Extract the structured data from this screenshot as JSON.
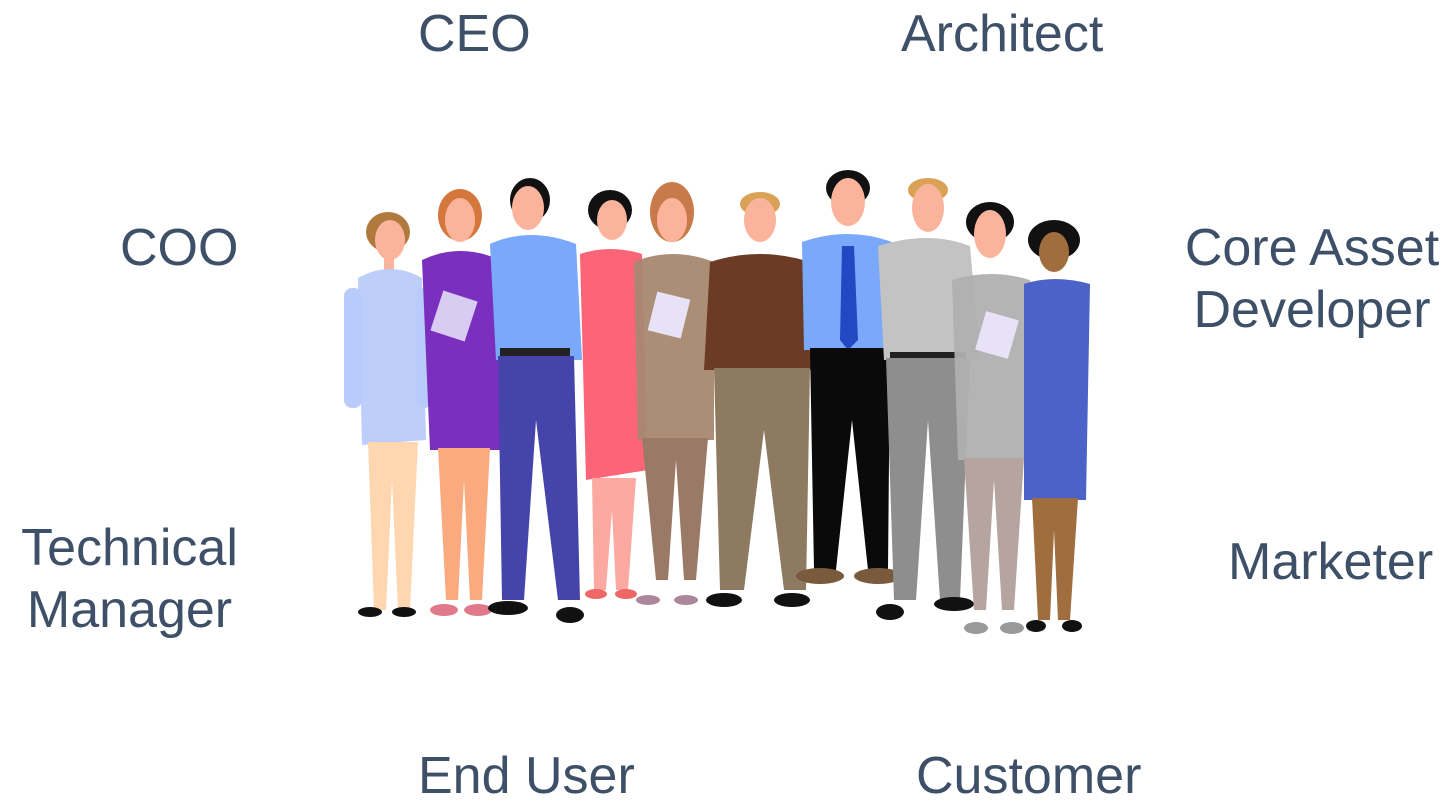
{
  "roles": {
    "ceo": "CEO",
    "architect": "Architect",
    "coo": "COO",
    "core_asset_developer": [
      "Core Asset",
      "Developer"
    ],
    "technical_manager": [
      "Technical",
      "Manager"
    ],
    "marketer": "Marketer",
    "end_user": "End User",
    "customer": "Customer"
  },
  "colors": {
    "label_text": "#3d5068",
    "background": "#ffffff"
  },
  "illustration": {
    "icon": "group-of-people-icon"
  }
}
